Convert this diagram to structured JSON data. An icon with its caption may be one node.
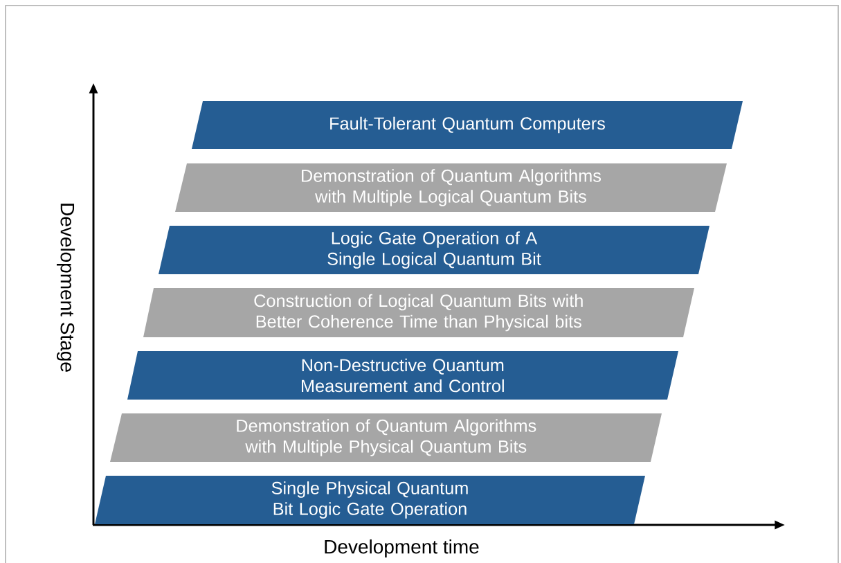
{
  "diagram": {
    "nodes": [
      {
        "text": [
          "Fault-Tolerant Quantum Computers"
        ]
      },
      {
        "text": [
          "Demonstration of Quantum Algorithms with Multiple Logical Quantum Bits"
        ]
      },
      {
        "text": [
          "Logic Gate Operation of A Single Logical Quantum Bit"
        ]
      },
      {
        "text": [
          "Construction of Logical Quantum Bits with Better Coherence Time than Physical bits"
        ]
      },
      {
        "text": [
          "Non-Destructive Quantum Measurement and Control"
        ]
      },
      {
        "text": [
          "Demonstration of Quantum Algorithms with Multiple Physical Quantum Bits"
        ]
      },
      {
        "text": [
          "Single Physical Quantum Bit Logic Gate Operation"
        ]
      }
    ],
    "labels": [
      "Development Stage",
      "Development time"
    ]
  }
}
